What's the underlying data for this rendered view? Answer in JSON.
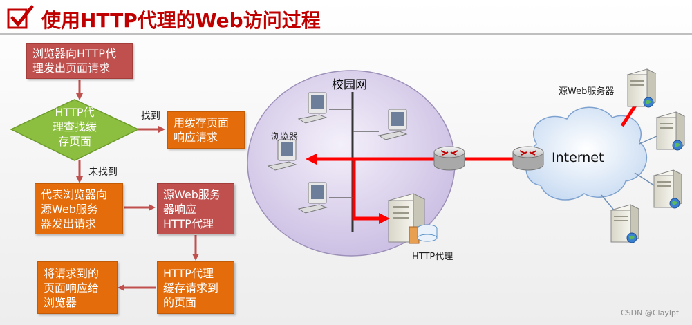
{
  "title": "使用HTTP代理的Web访问过程",
  "flow": {
    "step1": [
      "浏览器向HTTP代",
      "理发出页面请求"
    ],
    "decision": [
      "HTTP代",
      "理查找缓",
      "存页面"
    ],
    "found_label": "找到",
    "found_box": [
      "用缓存页面",
      "响应请求"
    ],
    "notfound_label": "未找到",
    "step_forward": [
      "代表浏览器向",
      "源Web服务",
      "器发出请求"
    ],
    "step_origin": [
      "源Web服务",
      "器响应",
      "HTTP代理"
    ],
    "step_cache": [
      "HTTP代理",
      "缓存请求到",
      "的页面"
    ],
    "step_reply": [
      "将请求到的",
      "页面响应给",
      "浏览器"
    ]
  },
  "network": {
    "campus_label": "校园网",
    "browser_label": "浏览器",
    "proxy_label": "HTTP代理",
    "internet_label": "Internet",
    "origin_server_label": "源Web服务器"
  },
  "watermark": "CSDN @Claylpf",
  "colors": {
    "title": "#c00000",
    "box_red": "#c0504d",
    "box_orange": "#e46c0a",
    "decision": "#8cbf3f",
    "arrow": "#c0504d",
    "path": "#ff0000",
    "campus": "#ddd3ee",
    "cloud": "#dbe8f7"
  }
}
